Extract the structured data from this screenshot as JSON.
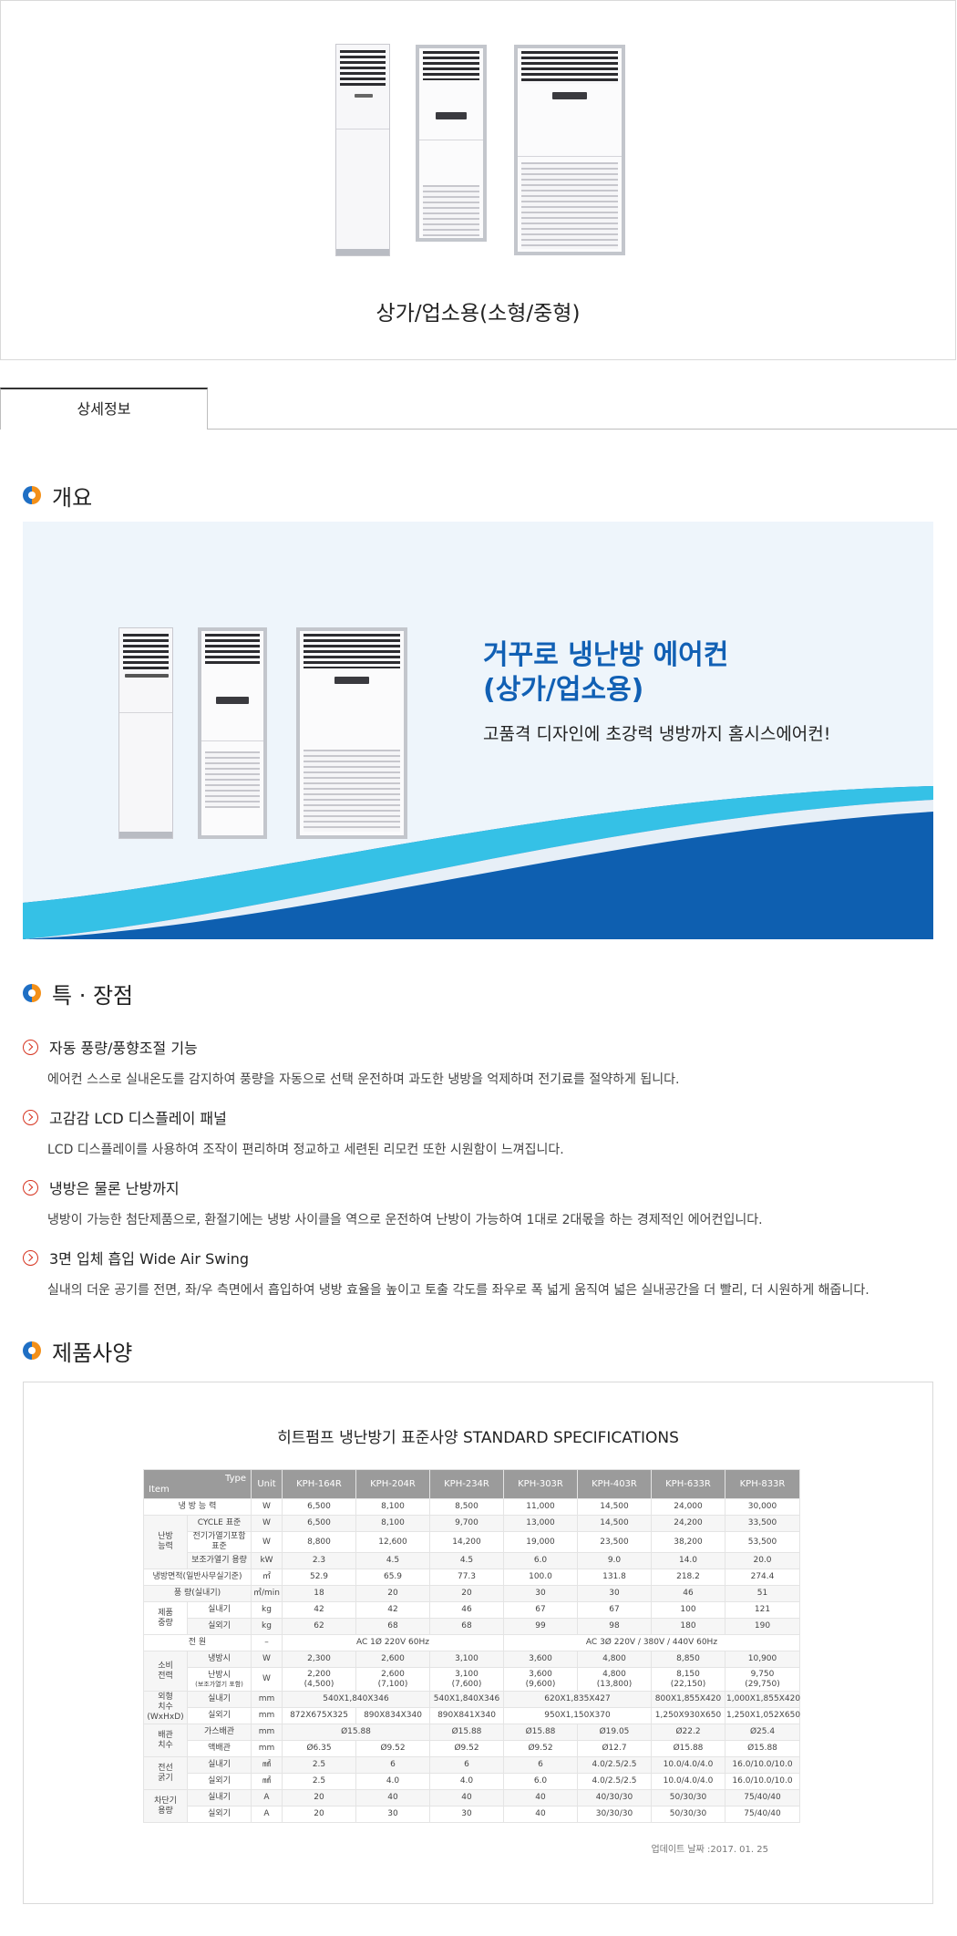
{
  "product": {
    "caption": "상가/업소용(소형/중형)"
  },
  "tab": {
    "label": "상세정보"
  },
  "sections": {
    "overview": "개요",
    "features": "특 · 장점",
    "specs": "제품사양"
  },
  "banner": {
    "headline_line1": "거꾸로 냉난방 에어컨",
    "headline_line2": "(상가/업소용)",
    "subtitle": "고품격 디자인에 초강력 냉방까지 홈시스에어컨!"
  },
  "features": [
    {
      "title": "자동 풍량/풍향조절 기능",
      "desc": "에어컨 스스로 실내온도를 감지하여 풍량을 자동으로 선택 운전하며 과도한 냉방을 억제하며 전기료를 절약하게 됩니다."
    },
    {
      "title": "고감감 LCD 디스플레이 패널",
      "desc": "LCD 디스플레이를 사용하여 조작이 편리하며 정교하고 세련된 리모컨 또한 시원함이 느껴집니다."
    },
    {
      "title": "냉방은 물론 난방까지",
      "desc": "냉방이 가능한 첨단제품으로, 환절기에는 냉방 사이클을 역으로 운전하여 난방이 가능하여 1대로 2대몫을 하는 경제적인 에어컨입니다."
    },
    {
      "title": "3면 입체 흡입 Wide Air Swing",
      "desc": "실내의 더운 공기를 전면, 좌/우 측면에서 흡입하여 냉방 효율을 높이고 토출 각도를 좌우로 폭 넓게 움직여 넓은 실내공간을 더 빨리, 더 시원하게 해줍니다."
    }
  ],
  "spec": {
    "title": "히트펌프 냉난방기 표준사양 STANDARD SPECIFICATIONS",
    "header_item": "Item",
    "header_type": "Type",
    "header_unit": "Unit",
    "models": [
      "KPH-164R",
      "KPH-204R",
      "KPH-234R",
      "KPH-303R",
      "KPH-403R",
      "KPH-633R",
      "KPH-833R"
    ],
    "rows": [
      {
        "cells": [
          "냉 방 능 력",
          "W",
          "6,500",
          "8,100",
          "8,500",
          "11,000",
          "14,500",
          "24,000",
          "30,000"
        ]
      },
      {
        "cells": [
          "난방\n능력",
          "CYCLE 표준",
          "W",
          "6,500",
          "8,100",
          "9,700",
          "13,000",
          "14,500",
          "24,200",
          "33,500"
        ]
      },
      {
        "cells": [
          "전기가열기포함 표준",
          "W",
          "8,800",
          "12,600",
          "14,200",
          "19,000",
          "23,500",
          "38,200",
          "53,500"
        ]
      },
      {
        "cells": [
          "보조가열기 용량",
          "kW",
          "2.3",
          "4.5",
          "4.5",
          "6.0",
          "9.0",
          "14.0",
          "20.0"
        ]
      },
      {
        "cells": [
          "냉방면적(일반사무실기준)",
          "㎡",
          "52.9",
          "65.9",
          "77.3",
          "100.0",
          "131.8",
          "218.2",
          "274.4"
        ]
      },
      {
        "cells": [
          "풍 량(실내기)",
          "㎥/min",
          "18",
          "20",
          "20",
          "30",
          "30",
          "46",
          "51"
        ]
      },
      {
        "cells": [
          "제품\n중량",
          "실내기",
          "kg",
          "42",
          "42",
          "46",
          "67",
          "67",
          "100",
          "121"
        ]
      },
      {
        "cells": [
          "실외기",
          "kg",
          "62",
          "68",
          "68",
          "99",
          "98",
          "180",
          "190"
        ]
      },
      {
        "cells": [
          "전 원",
          "–",
          "AC 1Ø 220V 60Hz",
          "AC 3Ø 220V / 380V / 440V 60Hz"
        ]
      },
      {
        "cells": [
          "소비\n전력",
          "냉방시",
          "W",
          "2,300",
          "2,600",
          "3,100",
          "3,600",
          "4,800",
          "8,850",
          "10,900"
        ]
      },
      {
        "cells": [
          "난방시",
          "(보조가열기 포함)",
          "W",
          "2,200\n(4,500)",
          "2,600\n(7,100)",
          "3,100\n(7,600)",
          "3,600\n(9,600)",
          "4,800\n(13,800)",
          "8,150\n(22,150)",
          "9,750\n(29,750)"
        ]
      },
      {
        "cells": [
          "외형\n치수\n(WxHxD)",
          "실내기",
          "mm",
          "540X1,840X346",
          "540X1,840X346",
          "620X1,835X427",
          "800X1,855X420",
          "1,000X1,855X420"
        ]
      },
      {
        "cells": [
          "실외기",
          "mm",
          "872X675X325",
          "890X834X340",
          "890X841X340",
          "950X1,150X370",
          "1,250X930X650",
          "1,250X1,052X650"
        ]
      },
      {
        "cells": [
          "배관\n치수",
          "가스배관",
          "mm",
          "Ø15.88",
          "Ø15.88",
          "Ø15.88",
          "Ø19.05",
          "Ø22.2",
          "Ø25.4"
        ]
      },
      {
        "cells": [
          "액배관",
          "mm",
          "Ø6.35",
          "Ø9.52",
          "Ø9.52",
          "Ø9.52",
          "Ø12.7",
          "Ø15.88",
          "Ø15.88"
        ]
      },
      {
        "cells": [
          "전선\n굵기",
          "실내기",
          "㎟",
          "2.5",
          "6",
          "6",
          "6",
          "4.0/2.5/2.5",
          "10.0/4.0/4.0",
          "16.0/10.0/10.0"
        ]
      },
      {
        "cells": [
          "실외기",
          "㎟",
          "2.5",
          "4.0",
          "4.0",
          "6.0",
          "4.0/2.5/2.5",
          "10.0/4.0/4.0",
          "16.0/10.0/10.0"
        ]
      },
      {
        "cells": [
          "차단기\n용량",
          "실내기",
          "A",
          "20",
          "40",
          "40",
          "40",
          "40/30/30",
          "50/30/30",
          "75/40/40"
        ]
      },
      {
        "cells": [
          "실외기",
          "A",
          "20",
          "30",
          "30",
          "40",
          "30/30/30",
          "50/30/30",
          "75/40/40"
        ]
      }
    ],
    "updated": "업데이트 날짜 :2017. 01. 25"
  }
}
